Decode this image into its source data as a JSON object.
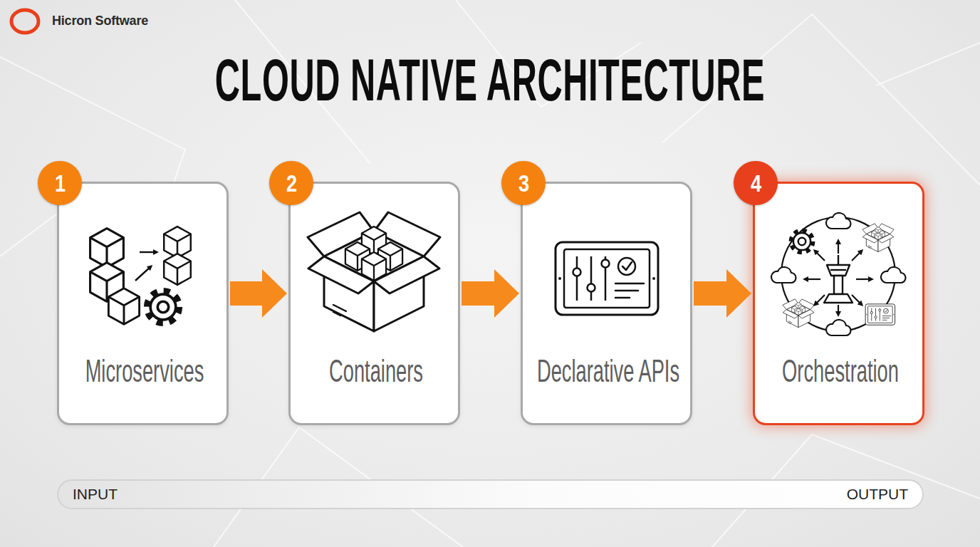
{
  "diagram": {
    "title": "CLOUD NATIVE ARCHITECTURE",
    "nodes": [
      {
        "text": [
          "1",
          "Microservices"
        ]
      },
      {
        "text": [
          "2",
          "Containers"
        ]
      },
      {
        "text": [
          "3",
          "Declarative APIs"
        ]
      },
      {
        "text": [
          "4",
          "Orchestration"
        ]
      },
      {
        "text": [
          "INPUT",
          "OUTPUT"
        ]
      }
    ],
    "edges": [
      {
        "from": 0,
        "to": 1,
        "arrow": "to"
      },
      {
        "from": 1,
        "to": 2,
        "arrow": "to"
      },
      {
        "from": 2,
        "to": 3,
        "arrow": "to"
      }
    ],
    "labels": [
      "Hicron Software"
    ]
  }
}
